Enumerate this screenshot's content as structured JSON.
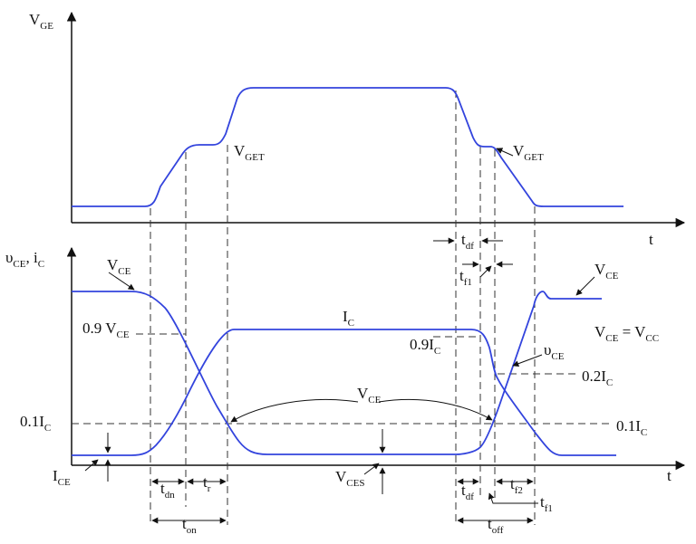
{
  "labels": {
    "vge_axis": {
      "main": "V",
      "sub": "GE"
    },
    "t_top": "t",
    "t_bottom": "t",
    "vce_ic_axis": {
      "a": "υ",
      "a_sub": "CE",
      "b": ", i",
      "b_sub": "C"
    },
    "vget_left": {
      "main": "V",
      "sub": "GET"
    },
    "vget_right": {
      "main": "V",
      "sub": "GET"
    },
    "vce_top_left": {
      "main": "V",
      "sub": "CE"
    },
    "vce_top_right": {
      "main": "V",
      "sub": "CE"
    },
    "point9_vce": {
      "main": "0.9 V",
      "sub": "CE"
    },
    "ic_label": {
      "main": "I",
      "sub": "C"
    },
    "point9_ic": {
      "main": "0.9I",
      "sub": "C"
    },
    "vce_eq_vcc": {
      "a": "V",
      "a_sub": "CE",
      "mid": " = V",
      "b_sub": "CC"
    },
    "upsilon_ce": {
      "main": "υ",
      "sub": "CE"
    },
    "point2_ic": {
      "main": "0.2I",
      "sub": "C"
    },
    "point1_ic_left": {
      "main": "0.1I",
      "sub": "C"
    },
    "point1_ic_right": {
      "main": "0.1I",
      "sub": "C"
    },
    "vce_middle": {
      "main": "V",
      "sub": "CE"
    },
    "ice": {
      "main": "I",
      "sub": "CE"
    },
    "vces": {
      "main": "V",
      "sub": "CES"
    },
    "t_df_top": {
      "main": "t",
      "sub": "df"
    },
    "t_f1_top": {
      "main": "t",
      "sub": "f1"
    },
    "t_dn": {
      "main": "t",
      "sub": "dn"
    },
    "t_r": {
      "main": "t",
      "sub": "r"
    },
    "t_on": {
      "main": "t",
      "sub": "on"
    },
    "t_df_bottom": {
      "main": "t",
      "sub": "df"
    },
    "t_f2": {
      "main": "t",
      "sub": "f2"
    },
    "t_f1_bottom": {
      "main": "t",
      "sub": "f1"
    },
    "t_off": {
      "main": "t",
      "sub": "off"
    }
  },
  "colors": {
    "waveform": "#3344dd",
    "axis": "#111111"
  }
}
